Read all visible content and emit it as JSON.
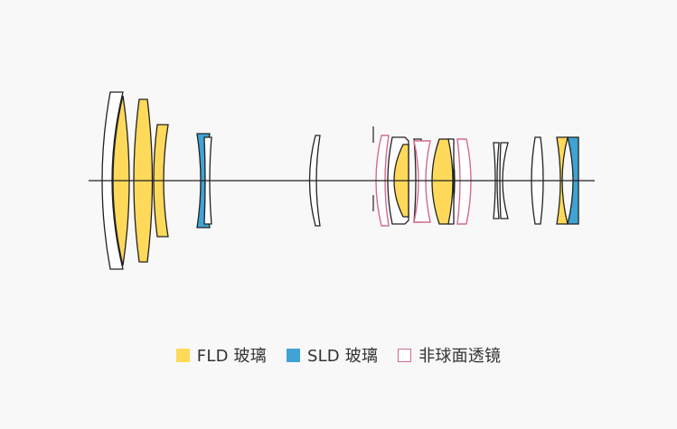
{
  "colors": {
    "fld": "#ffd95a",
    "sld": "#3fa3d4",
    "aspherical": "#d26a93",
    "outline": "#222222",
    "axis": "#222222",
    "background": "#f8f8f8"
  },
  "legend": {
    "fld_label": "FLD 玻璃",
    "sld_label": "SLD 玻璃",
    "aspherical_label": "非球面透镜"
  }
}
